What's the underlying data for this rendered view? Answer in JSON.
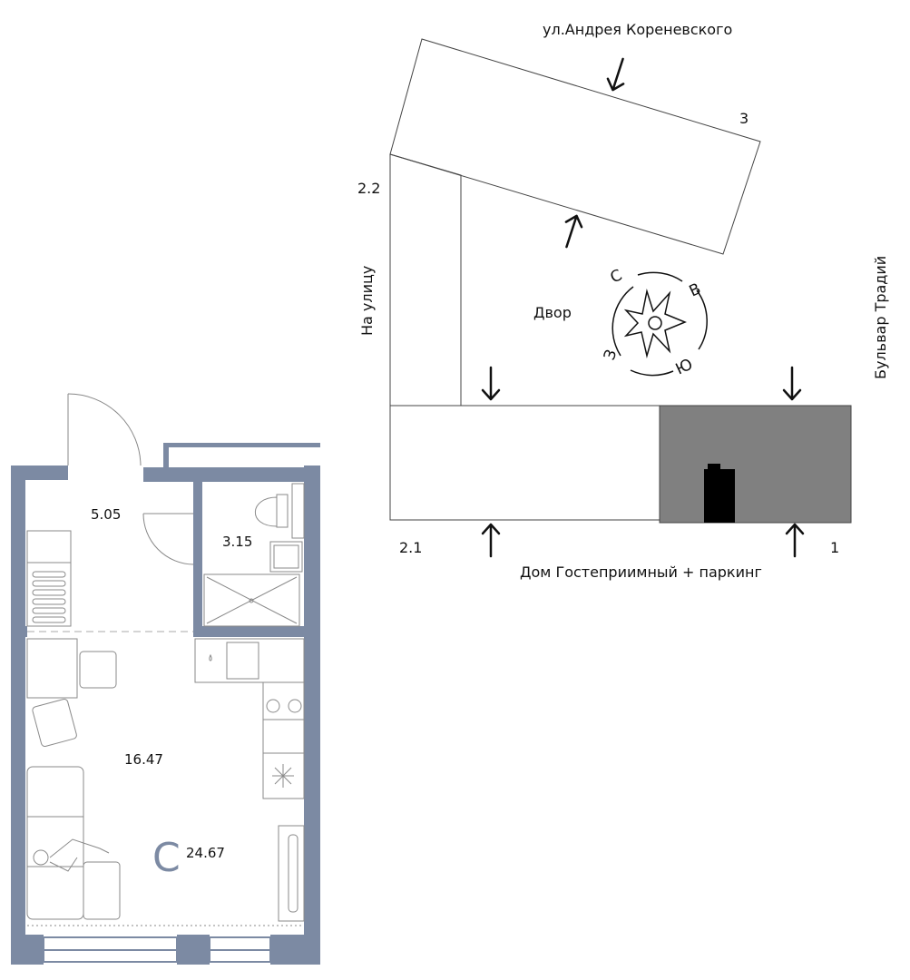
{
  "floorplan": {
    "rooms": [
      {
        "id": "hall",
        "area": "5.05"
      },
      {
        "id": "bathroom",
        "area": "3.15"
      },
      {
        "id": "living",
        "area": "16.47"
      }
    ],
    "apartment_type": "С",
    "total_area": "24.67",
    "colors": {
      "wall": "#7c8aa3",
      "furniture": "#8a8a8a",
      "letter": "#7c8aa3"
    }
  },
  "siteplan": {
    "streets": {
      "top": "ул.Андрея Кореневского",
      "left": "На улицу",
      "right": "Бульвар Традий",
      "bottom": "Дом Гостеприимный + паркинг"
    },
    "courtyard": "Двор",
    "sections": {
      "s1": "1",
      "s21": "2.1",
      "s22": "2.2",
      "s3": "3"
    },
    "compass": {
      "north": "С",
      "east": "В",
      "south": "Ю",
      "west": "З"
    },
    "colors": {
      "highlight_block": "#808080",
      "apartment_mark": "#000000"
    }
  }
}
